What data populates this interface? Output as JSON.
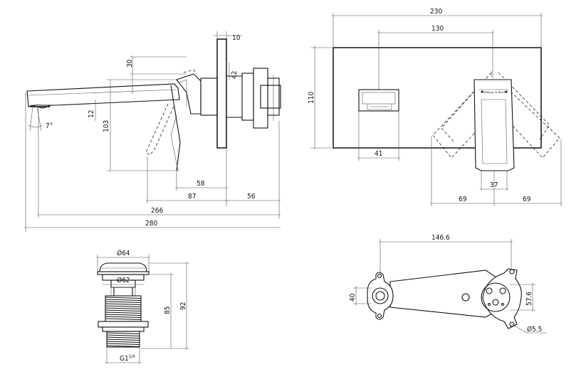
{
  "side_view": {
    "dims": {
      "d10": "10",
      "d30": "30",
      "d42": "42",
      "d12": "12",
      "d103": "103",
      "angle": "7°",
      "d58": "58",
      "d87": "87",
      "d56": "56",
      "d266": "266",
      "d280": "280"
    }
  },
  "front_view": {
    "dims": {
      "d230": "230",
      "d130": "130",
      "d110": "110",
      "d41": "41",
      "d37": "37",
      "d69a": "69",
      "d69b": "69"
    },
    "brand": "Villeroy & Boch"
  },
  "waste_view": {
    "dims": {
      "d64": "Ø64",
      "d62": "Ø62",
      "d85": "85",
      "d92": "92",
      "thread_main": "G1",
      "thread_sup": "1/4"
    }
  },
  "bracket_view": {
    "dims": {
      "d146": "146.6",
      "d40": "40",
      "d57": "57.6",
      "d55": "Ø5.5"
    }
  }
}
